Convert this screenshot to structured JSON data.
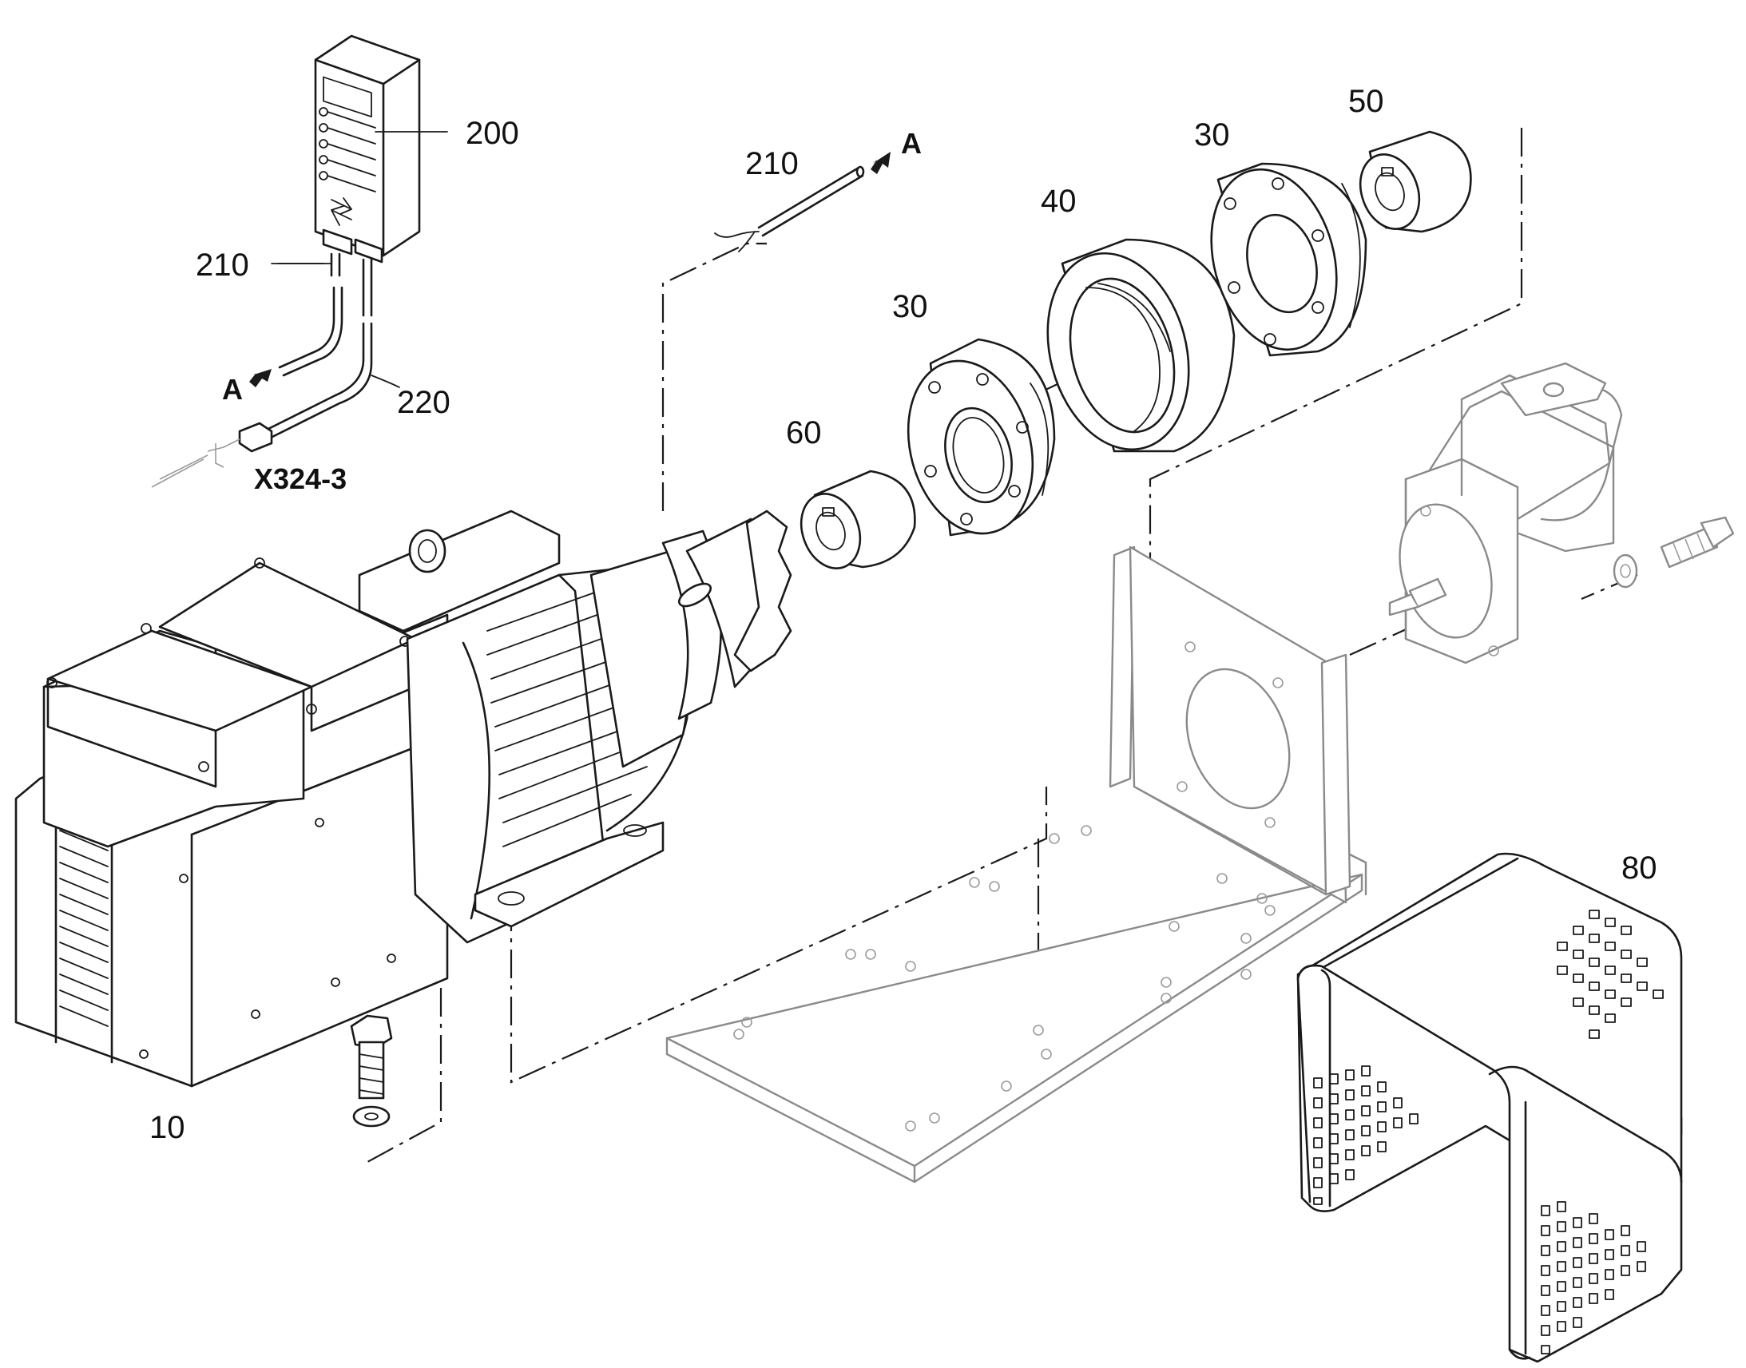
{
  "callouts": {
    "c200": "200",
    "c210_top": "210",
    "c210_left": "210",
    "c220": "220",
    "cA_left": "A",
    "cA_top": "A",
    "cX324": "X324-3",
    "c50": "50",
    "c30_top": "30",
    "c40": "40",
    "c30_mid": "30",
    "c60": "60",
    "c80": "80",
    "c10": "10"
  },
  "colors": {
    "line": "#1a1a1a",
    "ghost": "#8a8a8a",
    "background": "#ffffff"
  }
}
